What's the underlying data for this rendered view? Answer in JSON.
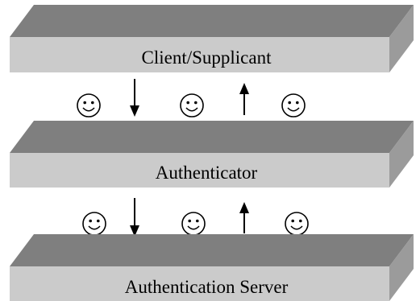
{
  "layers": [
    {
      "id": "client",
      "label": "Client/Supplicant"
    },
    {
      "id": "authenticator",
      "label": "Authenticator"
    },
    {
      "id": "server",
      "label": "Authentication Server"
    }
  ],
  "connections": [
    {
      "between": [
        "Client/Supplicant",
        "Authenticator"
      ],
      "arrows": [
        "down",
        "up"
      ],
      "icons": [
        "smiley-icon",
        "smiley-icon",
        "smiley-icon"
      ]
    },
    {
      "between": [
        "Authenticator",
        "Authentication Server"
      ],
      "arrows": [
        "down",
        "up"
      ],
      "icons": [
        "smiley-icon",
        "smiley-icon",
        "smiley-icon"
      ]
    }
  ],
  "colors": {
    "slab_top": "#7f7f7f",
    "slab_front": "#cbcbcb",
    "slab_side": "#9b9b9b",
    "line": "#000000"
  }
}
